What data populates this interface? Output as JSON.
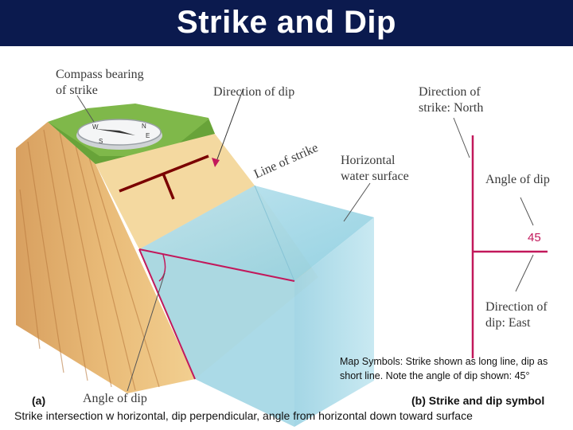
{
  "slide": {
    "title": "Strike and Dip",
    "note": "Map Symbols: Strike shown as long line, dip as short line. Note the angle of dip shown: 45°",
    "caption": "Strike intersection w horizontal, dip perpendicular, angle from horizontal down toward surface"
  },
  "diagram_a": {
    "label_compass": [
      "Compass bearing",
      "of strike"
    ],
    "label_dip_direction": "Direction of dip",
    "label_line_of_strike": "Line of strike",
    "label_water": [
      "Horizontal",
      "water surface"
    ],
    "label_angle_of_dip": "Angle of dip",
    "panel_label": "(a)",
    "compass_letters": [
      "N",
      "E",
      "S",
      "W"
    ]
  },
  "diagram_b": {
    "label_strike_direction": [
      "Direction of",
      "strike: North"
    ],
    "label_angle_of_dip": "Angle of dip",
    "dip_value": "45",
    "label_dip_direction": [
      "Direction of",
      "dip: East"
    ],
    "panel_label": "(b) Strike and dip symbol"
  },
  "colors": {
    "title_bar": "#0b1a4e",
    "strike_dip_symbol": "#c2185b",
    "map_symbol": "#7a0000",
    "water": "#a9d8e6"
  }
}
